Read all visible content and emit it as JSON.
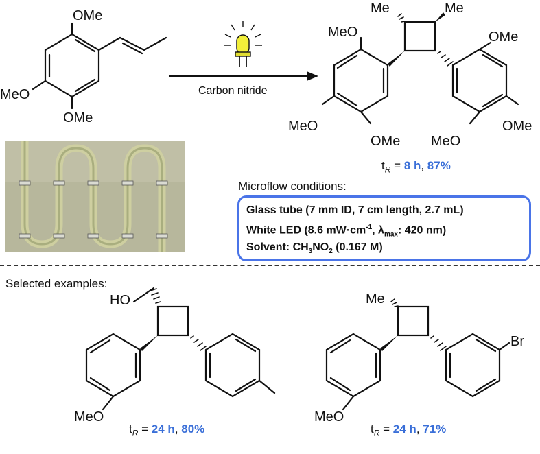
{
  "reactant": {
    "ome_top": "OMe",
    "meo_left": "MeO",
    "ome_bottom": "OMe"
  },
  "reaction": {
    "reagent": "Carbon nitride"
  },
  "product": {
    "me_left": "Me",
    "me_right": "Me",
    "meo_ul": "MeO",
    "ome_ur": "OMe",
    "meo_ll": "MeO",
    "ome_bl": "OMe",
    "meo_br": "MeO",
    "ome_br": "OMe",
    "result_time": "8 h",
    "result_yield": "87%"
  },
  "microflow": {
    "title": "Microflow conditions:",
    "line1": "Glass tube (7 mm ID, 7 cm length, 2.7 mL)",
    "line2_a": "White LED (8.6 mW·cm",
    "line2_sup": "-1",
    "line2_b": ", λ",
    "line2_sub": "max",
    "line2_c": ": 420 nm)",
    "line3_a": "Solvent: CH",
    "line3_sub1": "3",
    "line3_b": "NO",
    "line3_sub2": "2",
    "line3_c": " (0.167 M)"
  },
  "selected": {
    "title": "Selected examples:",
    "ex1_ho": "HO",
    "ex1_meo": "MeO",
    "ex1_time": "24 h",
    "ex1_yield": "80%",
    "ex2_me": "Me",
    "ex2_br": "Br",
    "ex2_meo": "MeO",
    "ex2_time": "24 h",
    "ex2_yield": "71%"
  },
  "result_prefix": "t",
  "result_sub": "R",
  "result_eq": " = ",
  "colors": {
    "accent_blue": "#3a6fd8",
    "box_border": "#4a74e8",
    "lamp_yellow": "#f2ef3a"
  }
}
